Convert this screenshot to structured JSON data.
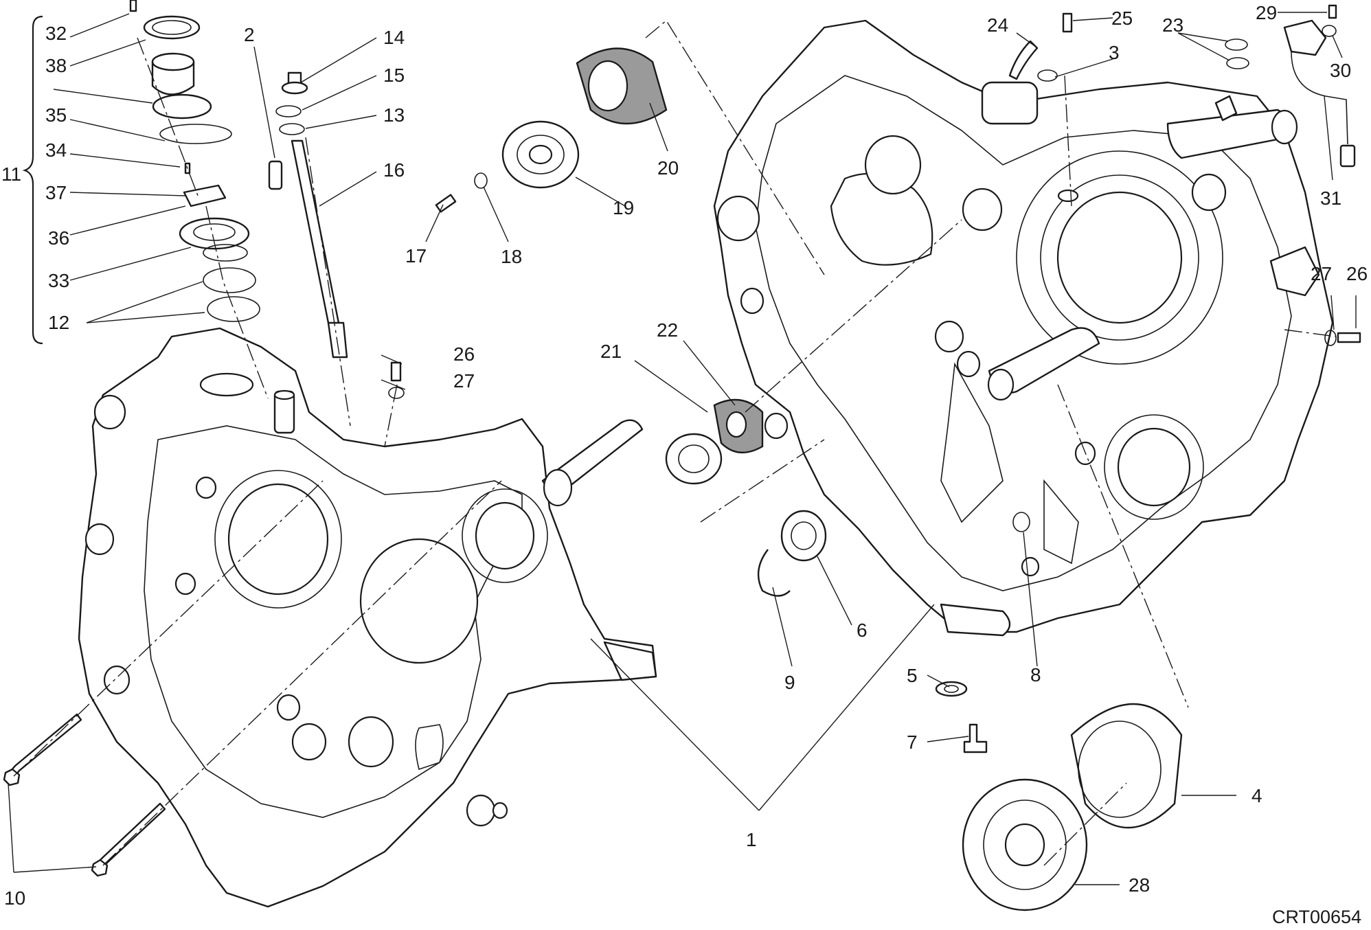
{
  "diagram": {
    "drawing_code": "CRT00654",
    "callouts": [
      "1",
      "2",
      "3",
      "4",
      "5",
      "6",
      "7",
      "8",
      "9",
      "10",
      "11",
      "12",
      "13",
      "14",
      "15",
      "16",
      "17",
      "18",
      "19",
      "20",
      "21",
      "22",
      "23",
      "24",
      "25",
      "26",
      "27",
      "28",
      "29",
      "30",
      "31",
      "32",
      "33",
      "34",
      "35",
      "36",
      "37",
      "38"
    ],
    "duplicate_callouts": [
      "26",
      "27"
    ],
    "parts": [
      "left-crankcase-half",
      "right-crankcase-half",
      "water-pump-cover",
      "oil-dipstick-tube",
      "main-bearing",
      "main-bushing",
      "bearing-seal",
      "crankshaft-roller-bearing",
      "bearing-circlip",
      "oil-drain-plug",
      "crankcase-bolt",
      "sensor-with-cable",
      "dowel-pin",
      "o-ring"
    ]
  }
}
